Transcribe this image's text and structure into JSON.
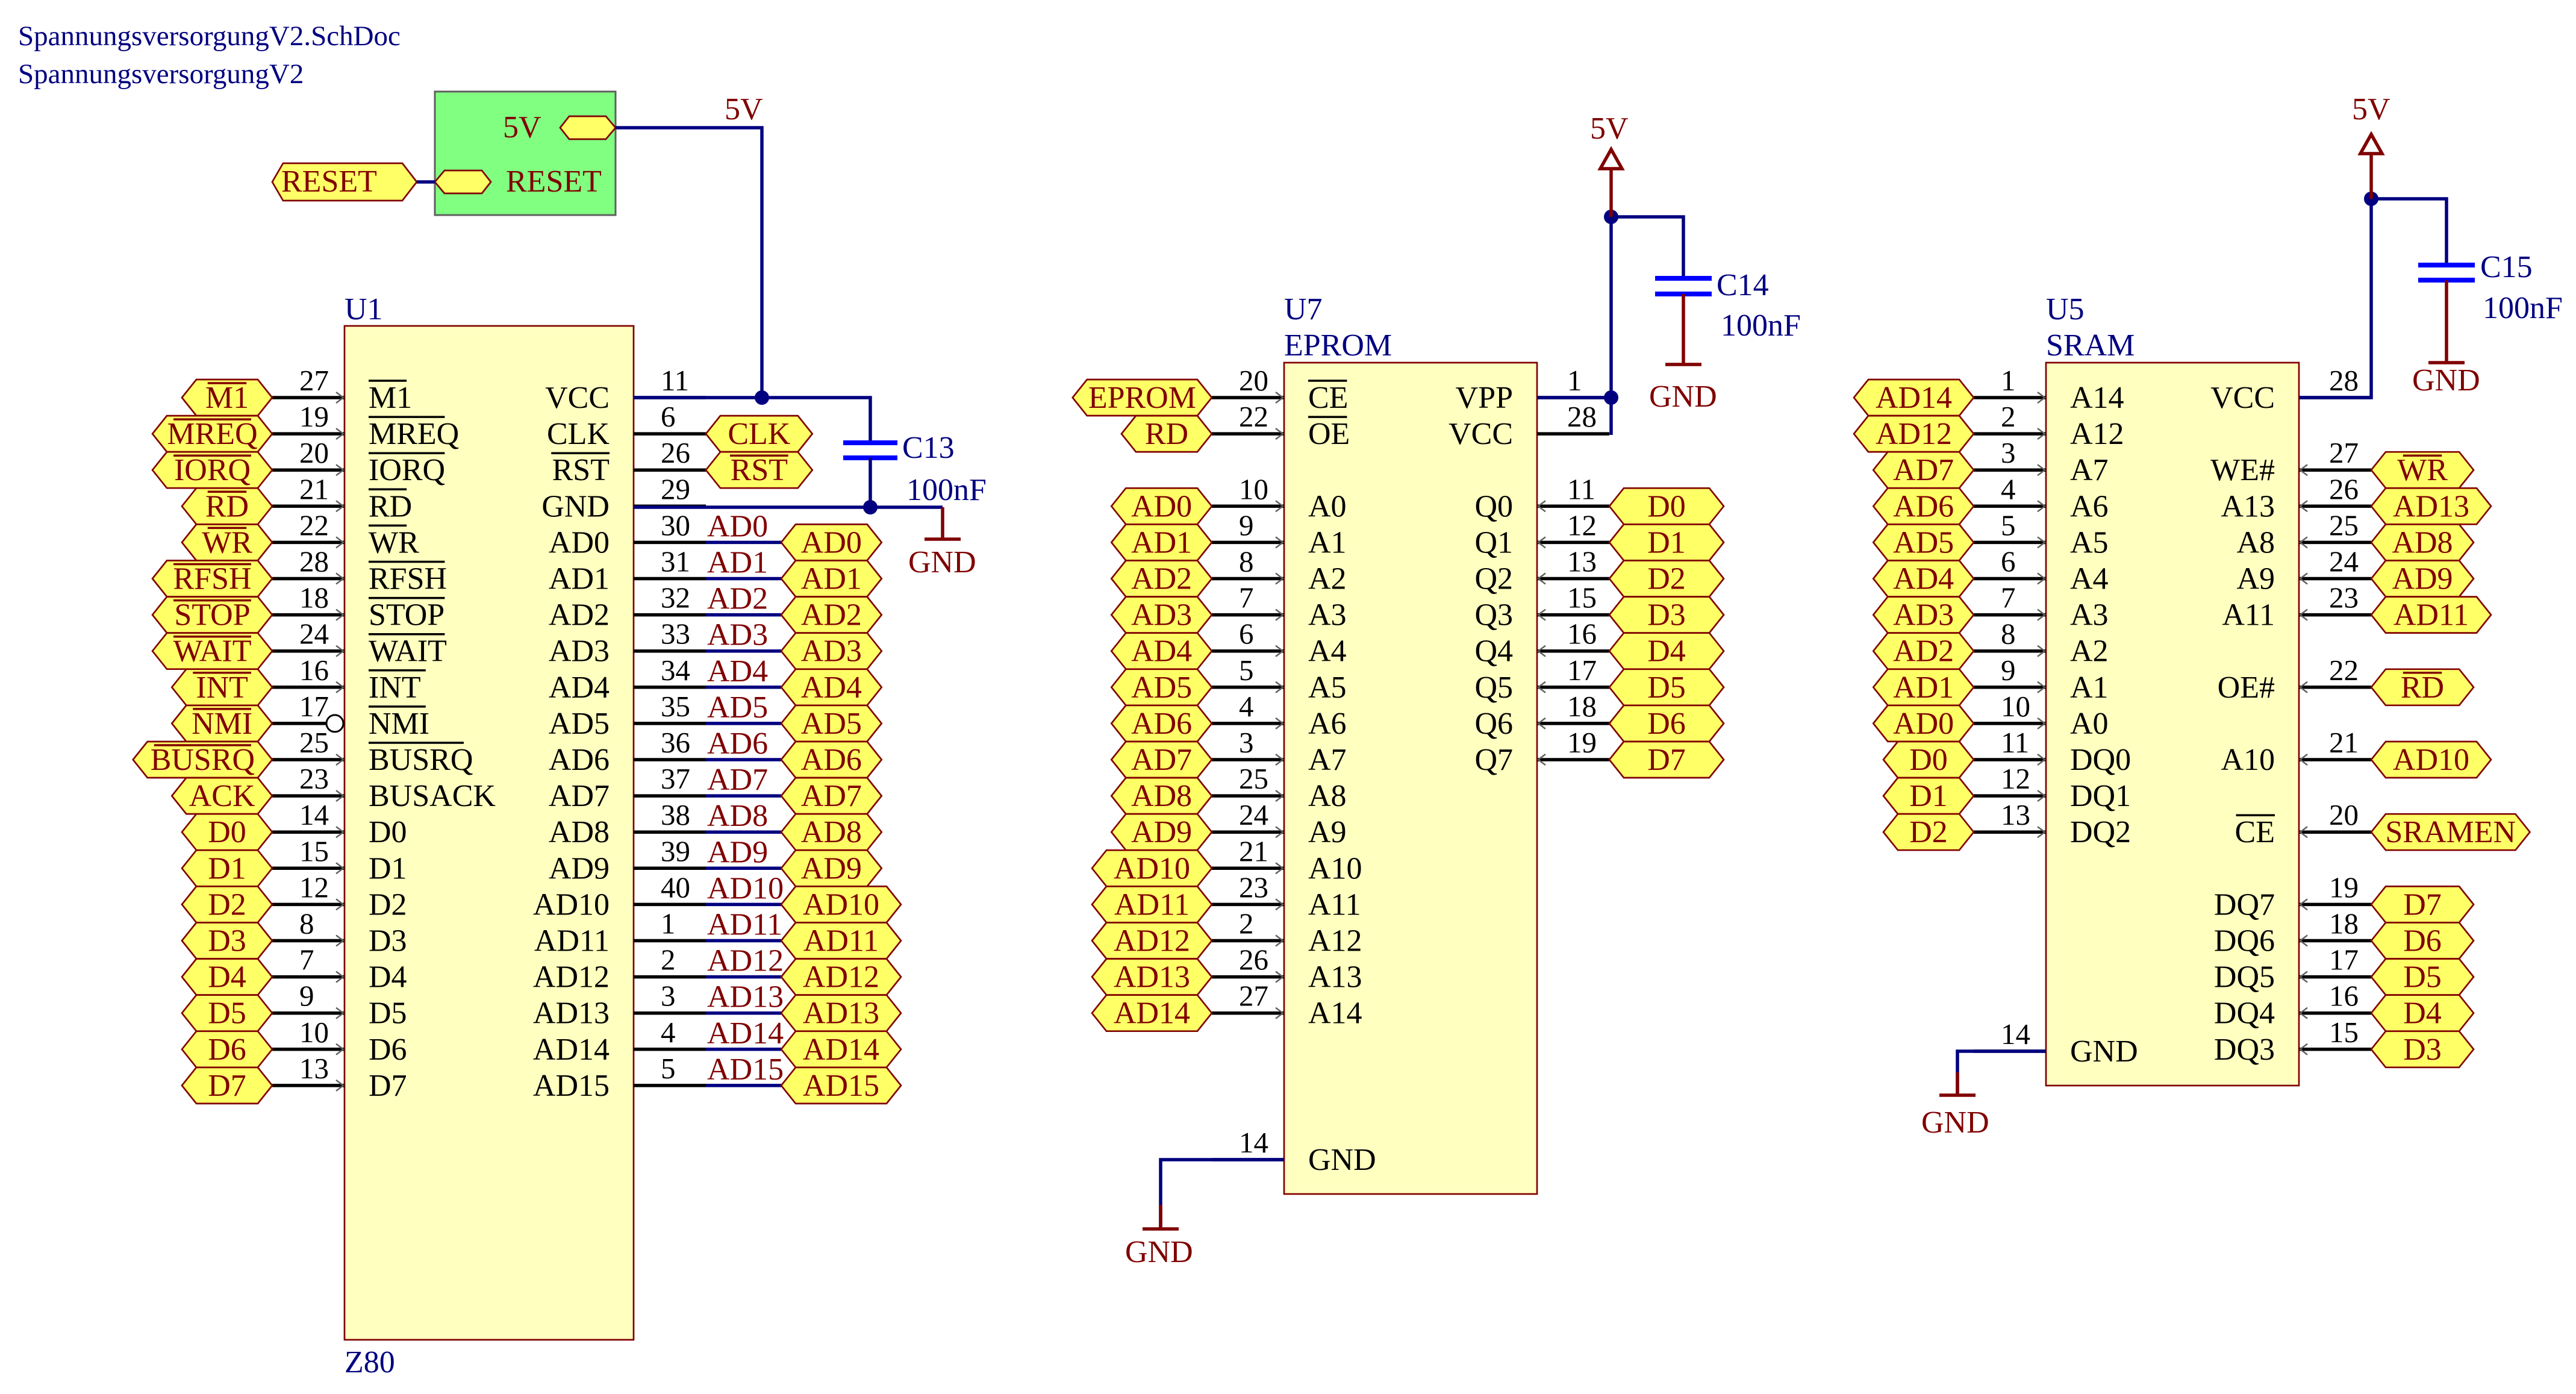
{
  "sheet": {
    "file_name": "SpannungsversorgungV2.SchDoc",
    "sheet_name": "SpannungsversorgungV2"
  },
  "colors": {
    "wire": "#000080",
    "component_body": "#ffffc0",
    "port_fill": "#ffff66",
    "sheet_symbol": "#80ff80",
    "net_label": "#800000",
    "capacitor": "#0000ff"
  },
  "sheet_symbol": {
    "entries": [
      {
        "name": "5V"
      },
      {
        "name": "RESET"
      }
    ]
  },
  "ports": {
    "reset_port": "RESET"
  },
  "power": {
    "vcc": "5V",
    "gnd": "GND"
  },
  "capacitors": [
    {
      "designator": "C13",
      "value": "100nF"
    },
    {
      "designator": "C14",
      "value": "100nF"
    },
    {
      "designator": "C15",
      "value": "100nF"
    }
  ],
  "components": [
    {
      "id": "u1",
      "designator": "U1",
      "comment": "Z80",
      "left_pins": [
        {
          "num": "27",
          "name": "M1",
          "port": "M1",
          "overline": true
        },
        {
          "num": "19",
          "name": "MREQ",
          "port": "MREQ",
          "overline": true
        },
        {
          "num": "20",
          "name": "IORQ",
          "port": "IORQ",
          "overline": true
        },
        {
          "num": "21",
          "name": "RD",
          "port": "RD",
          "overline": true
        },
        {
          "num": "22",
          "name": "WR",
          "port": "WR",
          "overline": true
        },
        {
          "num": "28",
          "name": "RFSH",
          "port": "RFSH",
          "overline": true
        },
        {
          "num": "18",
          "name": "STOP",
          "port": "STOP",
          "overline": true
        },
        {
          "num": "24",
          "name": "WAIT",
          "port": "WAIT",
          "overline": true
        },
        {
          "num": "16",
          "name": "INT",
          "port": "INT",
          "overline": true
        },
        {
          "num": "17",
          "name": "NMI",
          "port": "NMI",
          "overline": true
        },
        {
          "num": "25",
          "name": "BUSRQ",
          "port": "BUSRQ",
          "overline": true
        },
        {
          "num": "23",
          "name": "BUSACK",
          "port": "ACK",
          "overline": false
        },
        {
          "num": "14",
          "name": "D0",
          "port": "D0",
          "overline": false
        },
        {
          "num": "15",
          "name": "D1",
          "port": "D1",
          "overline": false
        },
        {
          "num": "12",
          "name": "D2",
          "port": "D2",
          "overline": false
        },
        {
          "num": "8",
          "name": "D3",
          "port": "D3",
          "overline": false
        },
        {
          "num": "7",
          "name": "D4",
          "port": "D4",
          "overline": false
        },
        {
          "num": "9",
          "name": "D5",
          "port": "D5",
          "overline": false
        },
        {
          "num": "10",
          "name": "D6",
          "port": "D6",
          "overline": false
        },
        {
          "num": "13",
          "name": "D7",
          "port": "D7",
          "overline": false
        }
      ],
      "right_pins": [
        {
          "num": "11",
          "name": "VCC"
        },
        {
          "num": "6",
          "name": "CLK",
          "port": "CLK"
        },
        {
          "num": "26",
          "name": "RST",
          "port": "RST"
        },
        {
          "num": "29",
          "name": "GND"
        },
        {
          "num": "30",
          "name": "AD0",
          "net": "AD0",
          "port": "AD0"
        },
        {
          "num": "31",
          "name": "AD1",
          "net": "AD1",
          "port": "AD1"
        },
        {
          "num": "32",
          "name": "AD2",
          "net": "AD2",
          "port": "AD2"
        },
        {
          "num": "33",
          "name": "AD3",
          "net": "AD3",
          "port": "AD3"
        },
        {
          "num": "34",
          "name": "AD4",
          "net": "AD4",
          "port": "AD4"
        },
        {
          "num": "35",
          "name": "AD5",
          "net": "AD5",
          "port": "AD5"
        },
        {
          "num": "36",
          "name": "AD6",
          "net": "AD6",
          "port": "AD6"
        },
        {
          "num": "37",
          "name": "AD7",
          "net": "AD7",
          "port": "AD7"
        },
        {
          "num": "38",
          "name": "AD8",
          "net": "AD8",
          "port": "AD8"
        },
        {
          "num": "39",
          "name": "AD9",
          "net": "AD9",
          "port": "AD9"
        },
        {
          "num": "40",
          "name": "AD10",
          "net": "AD10",
          "port": "AD10"
        },
        {
          "num": "1",
          "name": "AD11",
          "net": "AD11",
          "port": "AD11"
        },
        {
          "num": "2",
          "name": "AD12",
          "net": "AD12",
          "port": "AD12"
        },
        {
          "num": "3",
          "name": "AD13",
          "net": "AD13",
          "port": "AD13"
        },
        {
          "num": "4",
          "name": "AD14",
          "net": "AD14",
          "port": "AD14"
        },
        {
          "num": "5",
          "name": "AD15",
          "net": "AD15",
          "port": "AD15"
        }
      ]
    },
    {
      "id": "u7",
      "designator": "U7",
      "comment": "EPROM",
      "left_pins": [
        {
          "num": "20",
          "name": "CE",
          "port": "EPROM",
          "overline": true
        },
        {
          "num": "22",
          "name": "OE",
          "port": "RD",
          "overline": true
        },
        {
          "num": "10",
          "name": "A0",
          "port": "AD0"
        },
        {
          "num": "9",
          "name": "A1",
          "port": "AD1"
        },
        {
          "num": "8",
          "name": "A2",
          "port": "AD2"
        },
        {
          "num": "7",
          "name": "A3",
          "port": "AD3"
        },
        {
          "num": "6",
          "name": "A4",
          "port": "AD4"
        },
        {
          "num": "5",
          "name": "A5",
          "port": "AD5"
        },
        {
          "num": "4",
          "name": "A6",
          "port": "AD6"
        },
        {
          "num": "3",
          "name": "A7",
          "port": "AD7"
        },
        {
          "num": "25",
          "name": "A8",
          "port": "AD8"
        },
        {
          "num": "24",
          "name": "A9",
          "port": "AD9"
        },
        {
          "num": "21",
          "name": "A10",
          "port": "AD10"
        },
        {
          "num": "23",
          "name": "A11",
          "port": "AD11"
        },
        {
          "num": "2",
          "name": "A12",
          "port": "AD12"
        },
        {
          "num": "26",
          "name": "A13",
          "port": "AD13"
        },
        {
          "num": "27",
          "name": "A14",
          "port": "AD14"
        },
        {
          "num": "14",
          "name": "GND"
        }
      ],
      "right_pins": [
        {
          "num": "1",
          "name": "VPP"
        },
        {
          "num": "28",
          "name": "VCC"
        },
        {
          "num": "11",
          "name": "Q0",
          "port": "D0"
        },
        {
          "num": "12",
          "name": "Q1",
          "port": "D1"
        },
        {
          "num": "13",
          "name": "Q2",
          "port": "D2"
        },
        {
          "num": "15",
          "name": "Q3",
          "port": "D3"
        },
        {
          "num": "16",
          "name": "Q4",
          "port": "D4"
        },
        {
          "num": "17",
          "name": "Q5",
          "port": "D5"
        },
        {
          "num": "18",
          "name": "Q6",
          "port": "D6"
        },
        {
          "num": "19",
          "name": "Q7",
          "port": "D7"
        }
      ]
    },
    {
      "id": "u5",
      "designator": "U5",
      "comment": "SRAM",
      "left_pins": [
        {
          "num": "1",
          "name": "A14",
          "port": "AD14"
        },
        {
          "num": "2",
          "name": "A12",
          "port": "AD12"
        },
        {
          "num": "3",
          "name": "A7",
          "port": "AD7"
        },
        {
          "num": "4",
          "name": "A6",
          "port": "AD6"
        },
        {
          "num": "5",
          "name": "A5",
          "port": "AD5"
        },
        {
          "num": "6",
          "name": "A4",
          "port": "AD4"
        },
        {
          "num": "7",
          "name": "A3",
          "port": "AD3"
        },
        {
          "num": "8",
          "name": "A2",
          "port": "AD2"
        },
        {
          "num": "9",
          "name": "A1",
          "port": "AD1"
        },
        {
          "num": "10",
          "name": "A0",
          "port": "AD0"
        },
        {
          "num": "11",
          "name": "DQ0",
          "port": "D0"
        },
        {
          "num": "12",
          "name": "DQ1",
          "port": "D1"
        },
        {
          "num": "13",
          "name": "DQ2",
          "port": "D2"
        },
        {
          "num": "14",
          "name": "GND"
        }
      ],
      "right_pins": [
        {
          "num": "28",
          "name": "VCC"
        },
        {
          "num": "27",
          "name": "WE#",
          "port": "WR",
          "port_overline": true
        },
        {
          "num": "26",
          "name": "A13",
          "port": "AD13"
        },
        {
          "num": "25",
          "name": "A8",
          "port": "AD8"
        },
        {
          "num": "24",
          "name": "A9",
          "port": "AD9"
        },
        {
          "num": "23",
          "name": "A11",
          "port": "AD11"
        },
        {
          "num": "22",
          "name": "OE#",
          "port": "RD",
          "port_overline": true
        },
        {
          "num": "21",
          "name": "A10",
          "port": "AD10"
        },
        {
          "num": "20",
          "name": "CE",
          "port": "SRAMEN",
          "overline": true
        },
        {
          "num": "19",
          "name": "DQ7",
          "port": "D7"
        },
        {
          "num": "18",
          "name": "DQ6",
          "port": "D6"
        },
        {
          "num": "17",
          "name": "DQ5",
          "port": "D5"
        },
        {
          "num": "16",
          "name": "DQ4",
          "port": "D4"
        },
        {
          "num": "15",
          "name": "DQ3",
          "port": "D3"
        }
      ]
    }
  ]
}
